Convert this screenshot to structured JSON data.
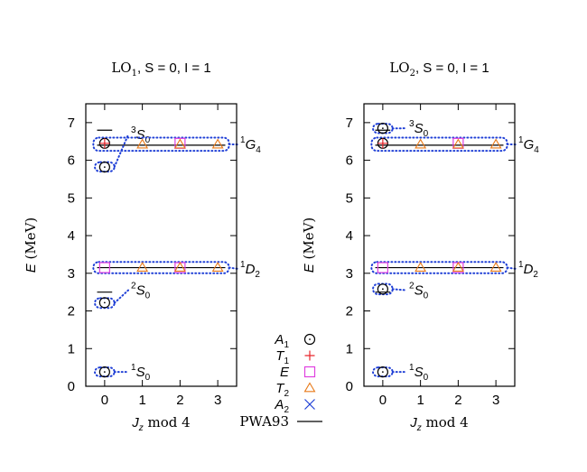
{
  "legend": [
    {
      "label": "A1",
      "main": "A",
      "sub": "1",
      "symbol": "circle",
      "color": "#000000"
    },
    {
      "label": "T1",
      "main": "T",
      "sub": "1",
      "symbol": "plus",
      "color": "#e8262c"
    },
    {
      "label": "E",
      "main": "E",
      "sub": "",
      "symbol": "square",
      "color": "#e040e0"
    },
    {
      "label": "T2",
      "main": "T",
      "sub": "2",
      "symbol": "triangle",
      "color": "#e87a1a"
    },
    {
      "label": "A2",
      "main": "A",
      "sub": "2",
      "symbol": "cross",
      "color": "#1f3fd6"
    },
    {
      "label": "PWA93",
      "main": "PWA93",
      "sub": "",
      "symbol": "line",
      "color": "#000000"
    }
  ],
  "chart_data": [
    {
      "type": "scatter",
      "title": "LO1, S = 0, I = 1",
      "title_parts": {
        "lo": "LO",
        "lo_sub": "1",
        "rest": ", S = 0, I = 1"
      },
      "xlabel": "Jz mod 4",
      "xlabel_parts": {
        "j": "J",
        "j_sub": "z",
        "rest": " mod 4"
      },
      "ylabel": "E (MeV)",
      "ylabel_parts": {
        "e": "E",
        "rest": " (MeV)"
      },
      "xlim": [
        -0.5,
        3.5
      ],
      "ylim": [
        0,
        7.5
      ],
      "xticks": [
        0,
        1,
        2,
        3
      ],
      "yticks": [
        0,
        1,
        2,
        3,
        4,
        5,
        6,
        7
      ],
      "points": [
        {
          "x": 0,
          "y": 0.38,
          "symbol": "circle"
        },
        {
          "x": 0,
          "y": 2.22,
          "symbol": "circle"
        },
        {
          "x": 0,
          "y": 3.15,
          "symbol": "square"
        },
        {
          "x": 1,
          "y": 3.15,
          "symbol": "triangle"
        },
        {
          "x": 2,
          "y": 3.15,
          "symbol": "square"
        },
        {
          "x": 2,
          "y": 3.15,
          "symbol": "triangle"
        },
        {
          "x": 3,
          "y": 3.15,
          "symbol": "triangle"
        },
        {
          "x": 0,
          "y": 5.82,
          "symbol": "circle"
        },
        {
          "x": 0,
          "y": 6.45,
          "symbol": "circle"
        },
        {
          "x": 0,
          "y": 6.45,
          "symbol": "plus"
        },
        {
          "x": 1,
          "y": 6.42,
          "symbol": "triangle"
        },
        {
          "x": 2,
          "y": 6.45,
          "symbol": "square"
        },
        {
          "x": 2,
          "y": 6.42,
          "symbol": "triangle"
        },
        {
          "x": 3,
          "y": 6.42,
          "symbol": "triangle"
        }
      ],
      "pwa93": [
        {
          "x0": -0.2,
          "x1": 0.2,
          "y": 2.5
        },
        {
          "x0": -0.2,
          "x1": 3.2,
          "y": 3.15
        },
        {
          "x0": -0.2,
          "x1": 0.2,
          "y": 6.8
        },
        {
          "x0": -0.2,
          "x1": 3.2,
          "y": 6.4
        }
      ],
      "groups": [
        {
          "x0": -0.26,
          "x1": 0.26,
          "y0": 0.26,
          "y1": 0.5,
          "label": "1",
          "L": "S",
          "sub": "0",
          "label_y": 0.38
        },
        {
          "x0": -0.26,
          "x1": 0.26,
          "y0": 2.08,
          "y1": 2.34,
          "label": "2",
          "L": "S",
          "sub": "0",
          "label_y": 2.55
        },
        {
          "x0": -0.26,
          "x1": 0.26,
          "y0": 5.7,
          "y1": 5.95,
          "label": "3",
          "L": "S",
          "sub": "0",
          "label_y": 6.68
        },
        {
          "x0": -0.3,
          "x1": 3.3,
          "y0": 3.0,
          "y1": 3.3,
          "label": "1",
          "L": "D",
          "sub": "2",
          "label_y": 3.12
        },
        {
          "x0": -0.3,
          "x1": 3.3,
          "y0": 6.25,
          "y1": 6.6,
          "label": "1",
          "L": "G",
          "sub": "4",
          "label_y": 6.42
        }
      ]
    },
    {
      "type": "scatter",
      "title": "LO2, S = 0, I = 1",
      "title_parts": {
        "lo": "LO",
        "lo_sub": "2",
        "rest": ", S = 0, I = 1"
      },
      "xlabel": "Jz mod 4",
      "xlabel_parts": {
        "j": "J",
        "j_sub": "z",
        "rest": " mod 4"
      },
      "ylabel": "E (MeV)",
      "ylabel_parts": {
        "e": "E",
        "rest": " (MeV)"
      },
      "xlim": [
        -0.5,
        3.5
      ],
      "ylim": [
        0,
        7.5
      ],
      "xticks": [
        0,
        1,
        2,
        3
      ],
      "yticks": [
        0,
        1,
        2,
        3,
        4,
        5,
        6,
        7
      ],
      "points": [
        {
          "x": 0,
          "y": 0.38,
          "symbol": "circle"
        },
        {
          "x": 0,
          "y": 2.58,
          "symbol": "circle"
        },
        {
          "x": 0,
          "y": 3.15,
          "symbol": "square"
        },
        {
          "x": 1,
          "y": 3.15,
          "symbol": "triangle"
        },
        {
          "x": 2,
          "y": 3.15,
          "symbol": "square"
        },
        {
          "x": 2,
          "y": 3.15,
          "symbol": "triangle"
        },
        {
          "x": 3,
          "y": 3.15,
          "symbol": "triangle"
        },
        {
          "x": 0,
          "y": 6.45,
          "symbol": "circle"
        },
        {
          "x": 0,
          "y": 6.45,
          "symbol": "plus"
        },
        {
          "x": 0,
          "y": 6.85,
          "symbol": "circle"
        },
        {
          "x": 1,
          "y": 6.42,
          "symbol": "triangle"
        },
        {
          "x": 2,
          "y": 6.45,
          "symbol": "square"
        },
        {
          "x": 2,
          "y": 6.42,
          "symbol": "triangle"
        },
        {
          "x": 3,
          "y": 6.42,
          "symbol": "triangle"
        }
      ],
      "pwa93": [
        {
          "x0": -0.2,
          "x1": 0.2,
          "y": 2.5
        },
        {
          "x0": -0.2,
          "x1": 3.2,
          "y": 3.15
        },
        {
          "x0": -0.2,
          "x1": 0.2,
          "y": 6.8
        },
        {
          "x0": -0.2,
          "x1": 3.2,
          "y": 6.4
        }
      ],
      "groups": [
        {
          "x0": -0.26,
          "x1": 0.26,
          "y0": 0.26,
          "y1": 0.5,
          "label": "1",
          "L": "S",
          "sub": "0",
          "label_y": 0.38
        },
        {
          "x0": -0.26,
          "x1": 0.26,
          "y0": 2.44,
          "y1": 2.72,
          "label": "2",
          "L": "S",
          "sub": "0",
          "label_y": 2.55
        },
        {
          "x0": -0.26,
          "x1": 0.26,
          "y0": 6.72,
          "y1": 6.97,
          "label": "3",
          "L": "S",
          "sub": "0",
          "label_y": 6.85
        },
        {
          "x0": -0.3,
          "x1": 3.3,
          "y0": 3.0,
          "y1": 3.3,
          "label": "1",
          "L": "D",
          "sub": "2",
          "label_y": 3.12
        },
        {
          "x0": -0.3,
          "x1": 3.3,
          "y0": 6.25,
          "y1": 6.6,
          "label": "1",
          "L": "G",
          "sub": "4",
          "label_y": 6.42
        }
      ]
    }
  ]
}
